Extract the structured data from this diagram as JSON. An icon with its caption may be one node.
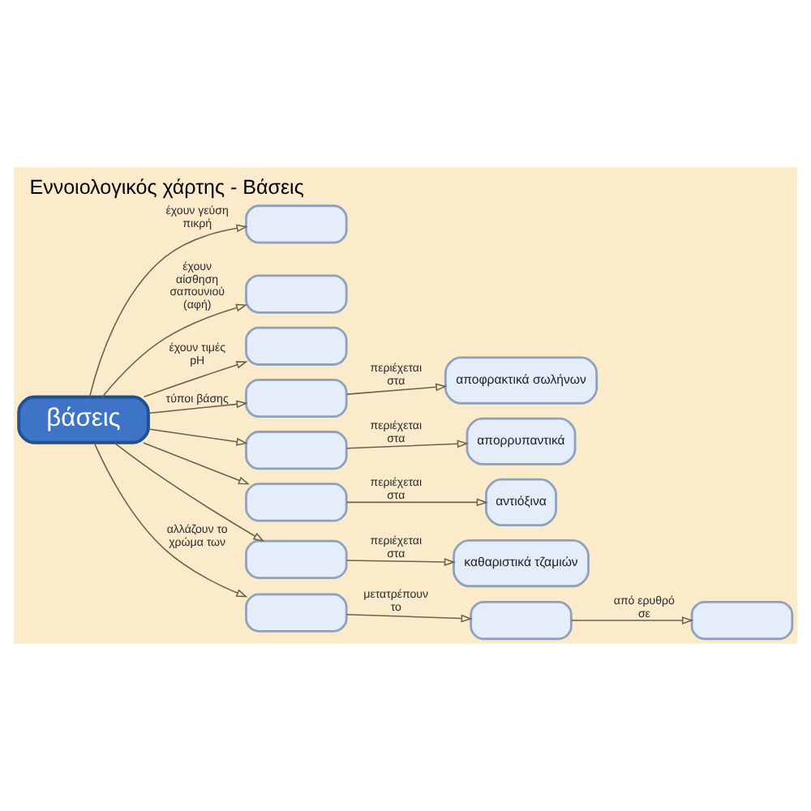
{
  "diagram": {
    "title": "Εννοιολογικός χάρτης - Βάσεις",
    "nodes": [
      {
        "text": [
          "βάσεις"
        ]
      },
      {
        "text": [],
        "shape": "box"
      },
      {
        "text": [],
        "shape": "box"
      },
      {
        "text": [],
        "shape": "box"
      },
      {
        "text": [],
        "shape": "box"
      },
      {
        "text": [
          "αποφρακτικά σωλήνων"
        ]
      },
      {
        "text": [],
        "shape": "box"
      },
      {
        "text": [
          "απορρυπαντικά"
        ]
      },
      {
        "text": [],
        "shape": "box"
      },
      {
        "text": [
          "αντιόξινα"
        ]
      },
      {
        "text": [],
        "shape": "box"
      },
      {
        "text": [
          "καθαριστικά τζαμιών"
        ]
      },
      {
        "text": [],
        "shape": "box"
      },
      {
        "text": [],
        "shape": "box"
      },
      {
        "text": [],
        "shape": "box"
      }
    ],
    "edges": [
      {
        "from": 0,
        "to": 1,
        "arrow": "to",
        "label": "έχουν γεύση πικρή"
      },
      {
        "from": 0,
        "to": 2,
        "arrow": "to",
        "label": "έχουν αίσθηση σαπουνιού (αφή)"
      },
      {
        "from": 0,
        "to": 3,
        "arrow": "to",
        "label": "έχουν τιμές pH"
      },
      {
        "from": 0,
        "to": 4,
        "arrow": "to",
        "label": "τύποι βάσης"
      },
      {
        "from": 0,
        "to": 6,
        "arrow": "to"
      },
      {
        "from": 0,
        "to": 8,
        "arrow": "to"
      },
      {
        "from": 0,
        "to": 10,
        "arrow": "to"
      },
      {
        "from": 4,
        "to": 5,
        "arrow": "to",
        "label": "περιέχεται στα"
      },
      {
        "from": 6,
        "to": 7,
        "arrow": "to",
        "label": "περιέχεται στα"
      },
      {
        "from": 8,
        "to": 9,
        "arrow": "to",
        "label": "περιέχεται στα"
      },
      {
        "from": 10,
        "to": 11,
        "arrow": "to",
        "label": "περιέχεται στα"
      },
      {
        "from": 0,
        "to": 12,
        "arrow": "to",
        "label": "αλλάζουν το χρώμα των"
      },
      {
        "from": 12,
        "to": 13,
        "arrow": "to",
        "label": "μετατρέπουν το"
      },
      {
        "from": 13,
        "to": 14,
        "arrow": "to",
        "label": "από ερυθρό σε"
      }
    ]
  }
}
